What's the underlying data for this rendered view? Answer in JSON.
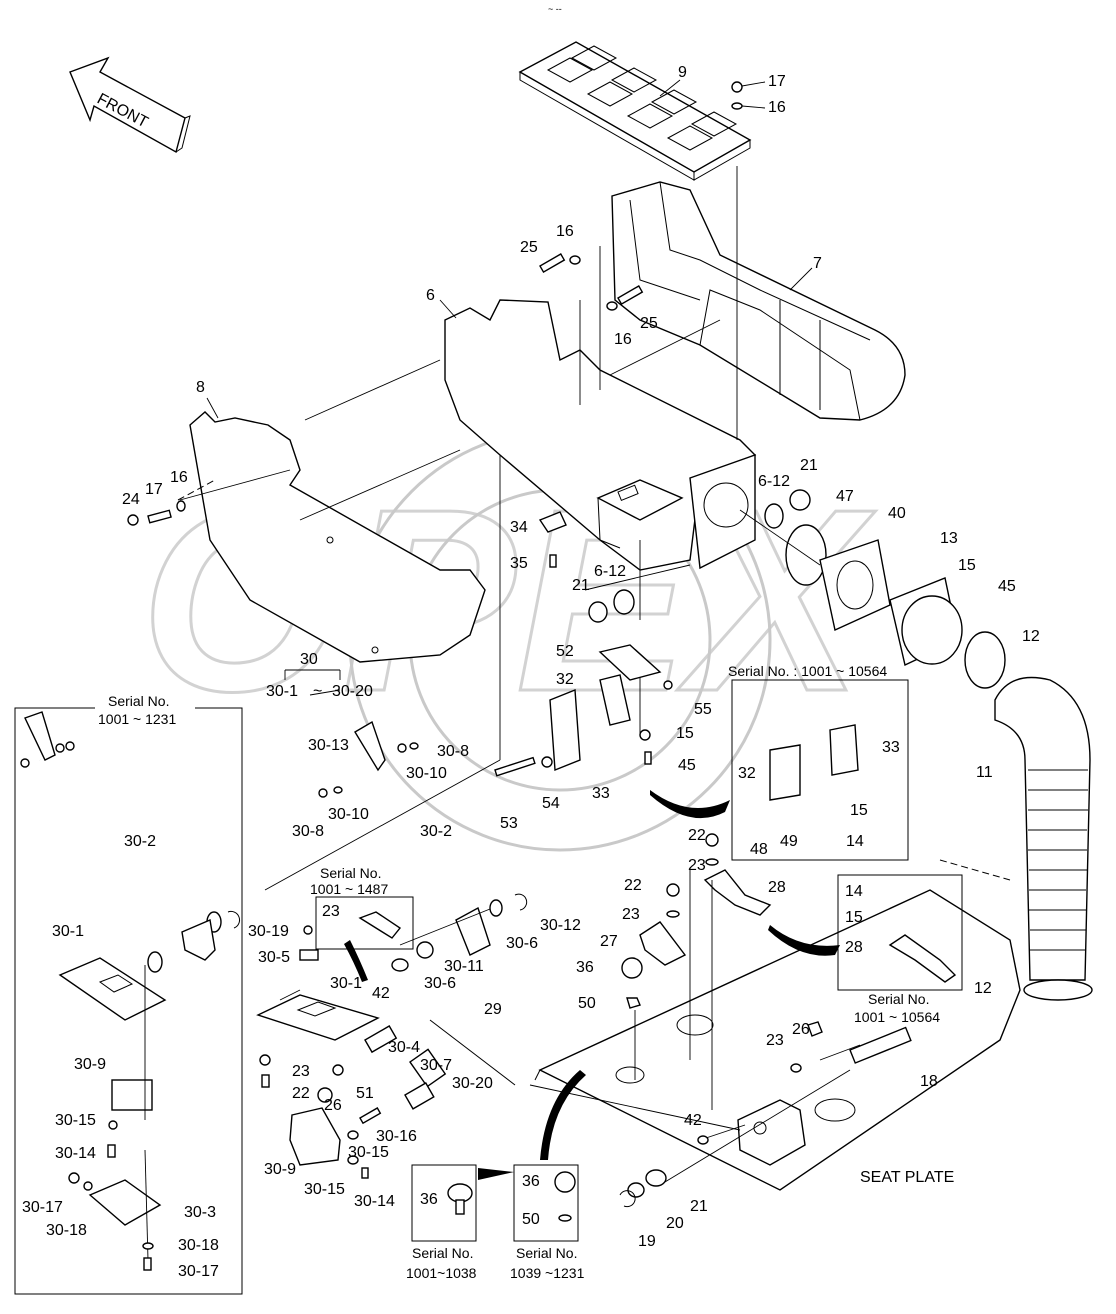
{
  "header": {
    "mark": "~ --"
  },
  "front_arrow": {
    "label": "FRONT"
  },
  "seat_plate": {
    "label": "SEAT PLATE"
  },
  "watermark": {
    "text": "OPEX"
  },
  "assembly_30": {
    "id": "30",
    "range_from": "30-1",
    "range_sep": "~",
    "range_to": "30-20"
  },
  "serial_boxes": {
    "left": {
      "title": "Serial No.",
      "range": "1001 ~ 1231"
    },
    "gas_spring_inset": {
      "title": "Serial No.",
      "range": "1001 ~ 1487"
    },
    "switch_inset": {
      "title": "Serial No. : 1001 ~ 10564"
    },
    "bracket_inset": {
      "title": "Serial No.",
      "range": "1001 ~ 10564"
    },
    "knob_old": {
      "title": "Serial No.",
      "range": "1001~1038"
    },
    "knob_new": {
      "title": "Serial No.",
      "range": "1039 ~1231"
    }
  },
  "callouts": [
    "9",
    "17",
    "16",
    "7",
    "16",
    "25",
    "25",
    "16",
    "6",
    "8",
    "17",
    "16",
    "24",
    "21",
    "6-12",
    "47",
    "40",
    "13",
    "15",
    "45",
    "12",
    "34",
    "35",
    "21",
    "6-12",
    "52",
    "32",
    "55",
    "15",
    "45",
    "53",
    "54",
    "33",
    "11",
    "22",
    "23",
    "28",
    "22",
    "23",
    "27",
    "36",
    "50",
    "12",
    "26",
    "23",
    "18",
    "42",
    "21",
    "20",
    "19",
    "30-13",
    "30-8",
    "30-10",
    "30-10",
    "30-8",
    "30-2",
    "30-12",
    "30-6",
    "30-19",
    "30-5",
    "30-11",
    "30-6",
    "30-1",
    "42",
    "29",
    "23",
    "22",
    "26",
    "51",
    "30-4",
    "30-7",
    "30-20",
    "30-16",
    "30-15",
    "30-9",
    "30-15",
    "30-14",
    "30-2",
    "30-1",
    "30-9",
    "30-15",
    "30-14",
    "30-17",
    "30-18",
    "30-3",
    "30-18",
    "30-17"
  ],
  "inset_callouts": {
    "gas_spring": [
      "23"
    ],
    "switch": [
      "32",
      "33",
      "15",
      "48",
      "49",
      "14"
    ],
    "bracket": [
      "14",
      "15",
      "28"
    ],
    "knob_old": [
      "36"
    ],
    "knob_new": [
      "36",
      "50"
    ]
  }
}
